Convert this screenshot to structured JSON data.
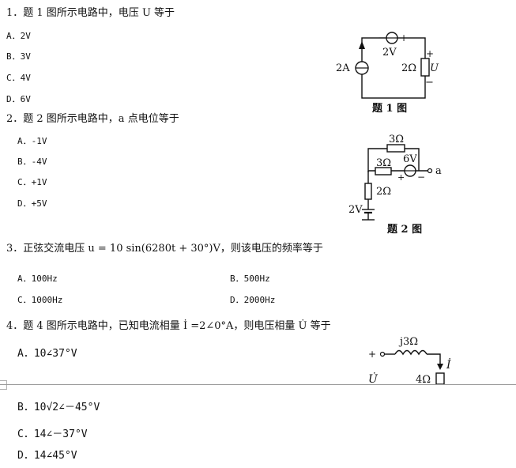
{
  "q1": {
    "stem": "1．题 1 图所示电路中，电压 U 等于",
    "options": [
      "A．2V",
      "B．3V",
      "C．4V",
      "D．6V"
    ],
    "figure": {
      "source_v": "2V",
      "source_a": "2A",
      "resistor": "2Ω",
      "plus": "+",
      "minus": "−",
      "u": "U",
      "caption": "题 1 图"
    }
  },
  "q2": {
    "stem": "2．题 2 图所示电路中，a 点电位等于",
    "options": [
      "A．-1V",
      "B．-4V",
      "C．+1V",
      "D．+5V"
    ],
    "figure": {
      "r_top": "3Ω",
      "r_mid": "3Ω",
      "source_v": "6V",
      "node": "a",
      "r_left": "2Ω",
      "ground_v": "2V",
      "plus": "+",
      "minus": "−",
      "caption": "题 2 图"
    }
  },
  "q3": {
    "stem": "3．正弦交流电压 u = 10 sin(6280t + 30°)V，则该电压的频率等于",
    "options": [
      "A．100Hz",
      "B．500Hz",
      "C．1000Hz",
      "D．2000Hz"
    ]
  },
  "q4": {
    "stem": "4．题 4 图所示电路中，已知电流相量 İ =2∠0°A，则电压相量 U̇ 等于",
    "options": [
      "A．10∠37°V",
      "B．10√2∠－45°V",
      "C．14∠－37°V",
      "D．14∠45°V"
    ],
    "figure": {
      "inductor": "j3Ω",
      "resistor": "4Ω",
      "current": "İ",
      "voltage": "U̇",
      "plus": "+"
    }
  }
}
